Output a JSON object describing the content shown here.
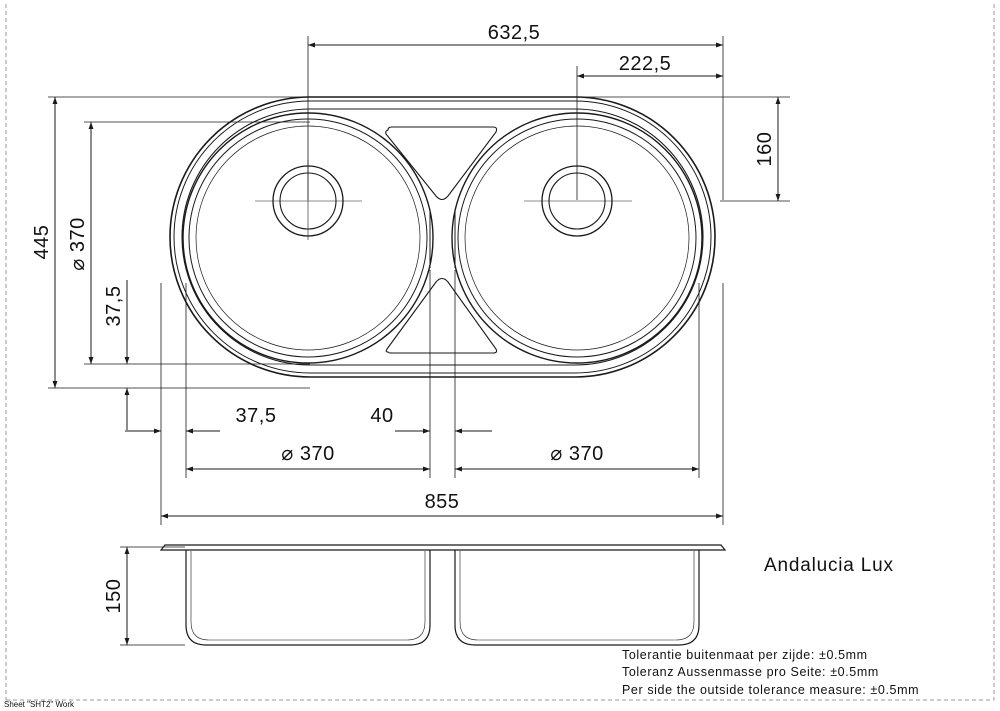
{
  "product_name": "Andalucia Lux",
  "dimensions": {
    "width_between_drain_centers": "632,5",
    "right_bowl_offset": "222,5",
    "drain_offset_vertical": "160",
    "overall_depth": "445",
    "bowl_diameter_vertical": "⌀ 370",
    "bowl_margin_vertical": "37,5",
    "bowl_margin_horizontal": "37,5",
    "bowl_gap": "40",
    "left_bowl_diameter": "⌀  370",
    "right_bowl_diameter": "⌀  370",
    "overall_width": "855",
    "bowl_height": "150"
  },
  "tolerances": {
    "dutch": "Tolerantie buitenmaat per zijde:  ±0.5mm",
    "german": "Toleranz Aussenmasse pro Seite: ±0.5mm",
    "english": "Per side the outside tolerance measure: ±0.5mm"
  },
  "sheet_label": "Sheet \"SHT2\" Work",
  "colors": {
    "line": "#1a1a1a",
    "background": "#ffffff",
    "frame_dash": "#9a9a9a"
  }
}
